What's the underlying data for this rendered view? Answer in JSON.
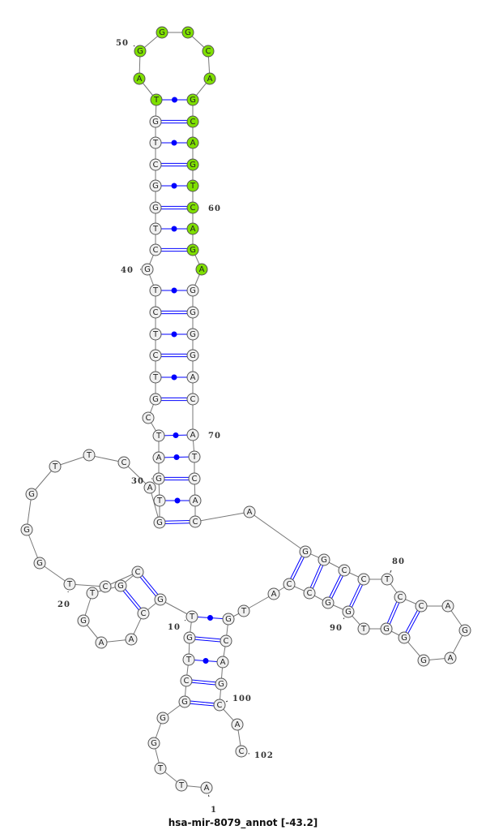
{
  "title": "hsa-mir-8079_annot [-43.2]",
  "sequence": "ATTGGGCTGTGCAAGTGCCTGGGTTCAGTGATCGTCTCTGCTGGCTGTAGGGCAGCAGTCAGAGGGGACATCACAGGCCTCCAGAGGGTGGCCATGCAGCAC",
  "highlighted_range": [
    48,
    63
  ],
  "pairs": [
    [
      6,
      100
    ],
    [
      7,
      99
    ],
    [
      8,
      98
    ],
    [
      9,
      97
    ],
    [
      10,
      96
    ],
    [
      11,
      18
    ],
    [
      12,
      17
    ],
    [
      28,
      74
    ],
    [
      29,
      73
    ],
    [
      30,
      72
    ],
    [
      31,
      71
    ],
    [
      32,
      70
    ],
    [
      34,
      69
    ],
    [
      35,
      68
    ],
    [
      36,
      67
    ],
    [
      37,
      66
    ],
    [
      38,
      65
    ],
    [
      39,
      64
    ],
    [
      41,
      62
    ],
    [
      42,
      61
    ],
    [
      43,
      60
    ],
    [
      44,
      59
    ],
    [
      45,
      58
    ],
    [
      46,
      57
    ],
    [
      47,
      56
    ],
    [
      48,
      55
    ],
    [
      76,
      93
    ],
    [
      77,
      92
    ],
    [
      78,
      91
    ],
    [
      79,
      90
    ],
    [
      81,
      88
    ],
    [
      82,
      87
    ]
  ],
  "number_labels": [
    "1",
    "10",
    "20",
    "30",
    "40",
    "50",
    "60",
    "70",
    "80",
    "90",
    "100",
    "102"
  ],
  "colors": {
    "highlight": "#7fe000",
    "node": "#f0f0f0",
    "pair": "#0000ff",
    "backbone": "#777777"
  }
}
